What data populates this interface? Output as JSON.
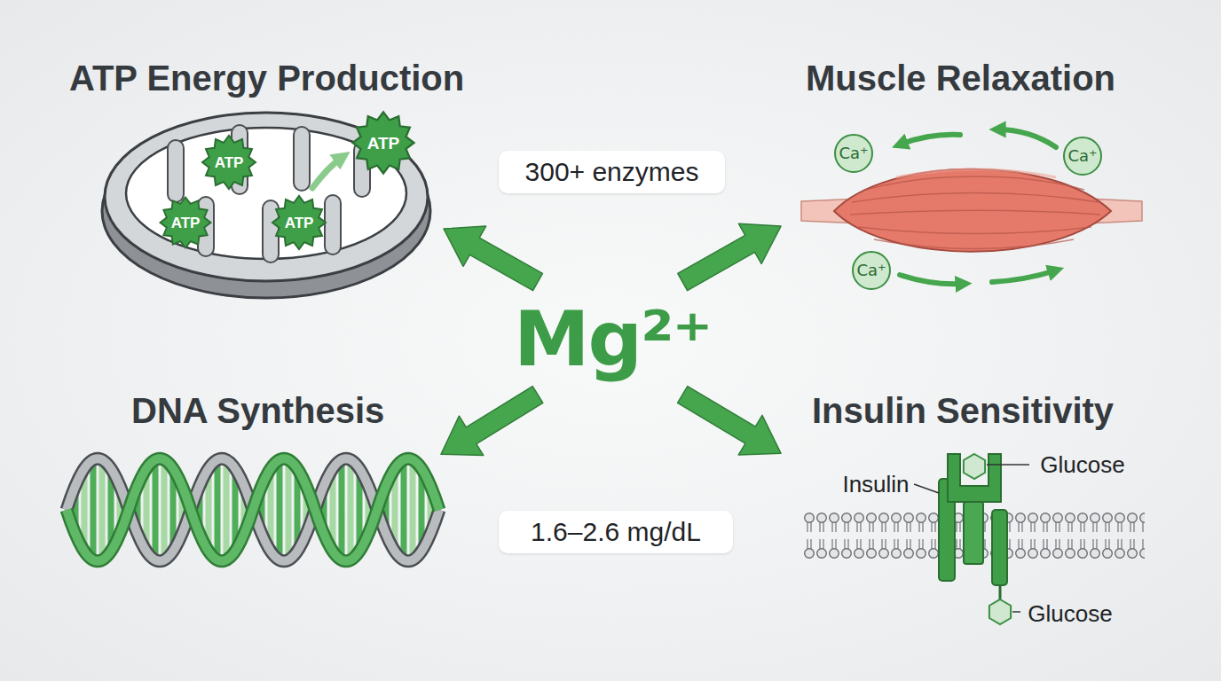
{
  "diagram": {
    "nodes": [
      {
        "text": [
          "ATP Energy Production"
        ]
      },
      {
        "text": [
          "Muscle Relaxation"
        ]
      },
      {
        "text": [
          "300+ enzymes"
        ]
      },
      {
        "text": [
          "Mg²⁺"
        ]
      },
      {
        "text": [
          "DNA Synthesis"
        ]
      },
      {
        "text": [
          "Insulin Sensitivity"
        ]
      },
      {
        "text": [
          "1.6–2.6 mg/dL"
        ]
      }
    ],
    "edges": [
      {
        "from": 3,
        "to": 0,
        "arrow": "to"
      },
      {
        "from": 3,
        "to": 1,
        "arrow": "to"
      },
      {
        "from": 3,
        "to": 4,
        "arrow": "to"
      },
      {
        "from": 3,
        "to": 5,
        "arrow": "to"
      }
    ],
    "labels": [
      "ATP",
      "ATP",
      "ATP",
      "ATP",
      "Ca⁺",
      "Ca⁺",
      "Ca⁺",
      "Insulin",
      "Glucose",
      "Glucose"
    ]
  }
}
